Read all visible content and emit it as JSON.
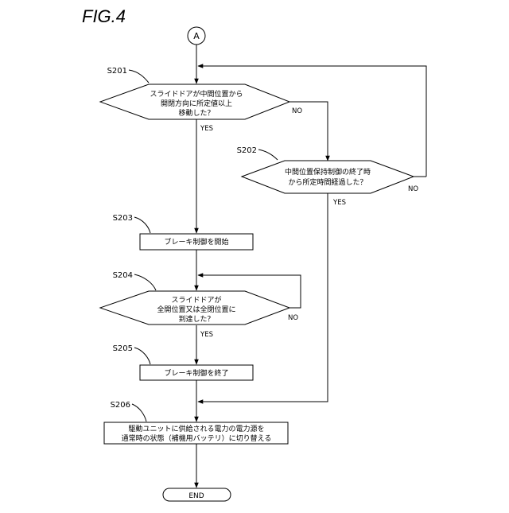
{
  "figure": {
    "title": "FIG.4",
    "connector_label": "A",
    "steps": {
      "s201": {
        "id": "S201",
        "lines": [
          "スライドドアが中間位置から",
          "開閉方向に所定値以上",
          "移動した？"
        ],
        "yes": "YES",
        "no": "NO"
      },
      "s202": {
        "id": "S202",
        "lines": [
          "中間位置保持制御の終了時",
          "から所定時間経過した？"
        ],
        "yes": "YES",
        "no": "NO"
      },
      "s203": {
        "id": "S203",
        "lines": [
          "ブレーキ制御を開始"
        ]
      },
      "s204": {
        "id": "S204",
        "lines": [
          "スライドドアが",
          "全開位置又は全閉位置に",
          "到達した？"
        ],
        "yes": "YES",
        "no": "NO"
      },
      "s205": {
        "id": "S205",
        "lines": [
          "ブレーキ制御を終了"
        ]
      },
      "s206": {
        "id": "S206",
        "lines": [
          "駆動ユニットに供給される電力の電力源を",
          "通常時の状態（補機用バッテリ）に切り替える"
        ]
      }
    },
    "end_label": "END"
  }
}
